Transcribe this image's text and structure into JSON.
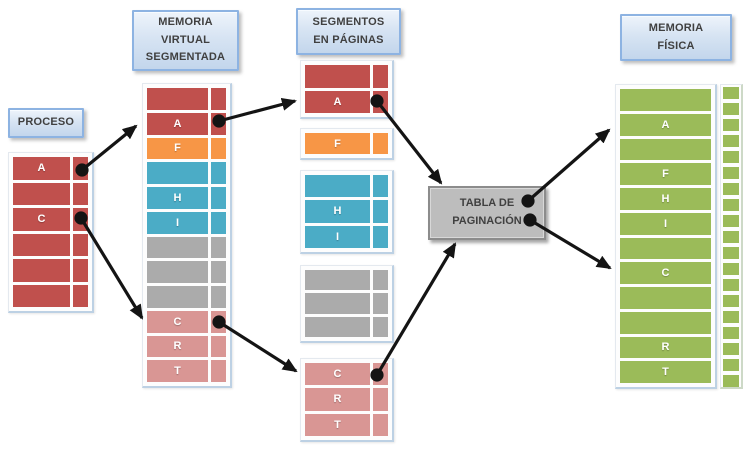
{
  "headers": {
    "proceso": "PROCESO",
    "memoria_virtual": {
      "line1": "MEMORIA",
      "line2": "VIRTUAL",
      "line3": "SEGMENTADA"
    },
    "segmentos": {
      "line1": "SEGMENTOS",
      "line2": "EN PÁGINAS"
    },
    "tabla_paginacion": {
      "line1": "TABLA DE",
      "line2": "PAGINACIÓN"
    },
    "memoria_fisica": {
      "line1": "MEMORIA",
      "line2": "FÍSICA"
    }
  },
  "proceso": {
    "rows": [
      {
        "label": "A"
      },
      {
        "label": ""
      },
      {
        "label": "C"
      },
      {
        "label": ""
      },
      {
        "label": ""
      },
      {
        "label": ""
      }
    ]
  },
  "memoria_virtual": {
    "rows": [
      {
        "label": "",
        "color": "red"
      },
      {
        "label": "A",
        "color": "red"
      },
      {
        "label": "F",
        "color": "orange"
      },
      {
        "label": "",
        "color": "teal"
      },
      {
        "label": "H",
        "color": "teal"
      },
      {
        "label": "I",
        "color": "teal"
      },
      {
        "label": "",
        "color": "gray"
      },
      {
        "label": "",
        "color": "gray"
      },
      {
        "label": "",
        "color": "gray"
      },
      {
        "label": "C",
        "color": "pink"
      },
      {
        "label": "R",
        "color": "pink"
      },
      {
        "label": "T",
        "color": "pink"
      }
    ]
  },
  "segmentos": {
    "tables": [
      {
        "color": "red",
        "rows": [
          {
            "label": ""
          },
          {
            "label": "A"
          }
        ]
      },
      {
        "color": "orange",
        "rows": [
          {
            "label": "F"
          }
        ]
      },
      {
        "color": "teal",
        "rows": [
          {
            "label": ""
          },
          {
            "label": "H"
          },
          {
            "label": "I"
          }
        ]
      },
      {
        "color": "gray",
        "rows": [
          {
            "label": ""
          },
          {
            "label": ""
          },
          {
            "label": ""
          }
        ]
      },
      {
        "color": "pink",
        "rows": [
          {
            "label": "C"
          },
          {
            "label": "R"
          },
          {
            "label": "T"
          }
        ]
      }
    ]
  },
  "memoria_fisica": {
    "rows": [
      {
        "label": ""
      },
      {
        "label": "A"
      },
      {
        "label": ""
      },
      {
        "label": "F"
      },
      {
        "label": "H"
      },
      {
        "label": "I"
      },
      {
        "label": ""
      },
      {
        "label": "C"
      },
      {
        "label": ""
      },
      {
        "label": ""
      },
      {
        "label": "R"
      },
      {
        "label": "T"
      }
    ],
    "frame_cells": 19
  },
  "connections": [
    {
      "from": "proceso-row-A",
      "to": "memoria-virtual-row-A"
    },
    {
      "from": "proceso-row-C",
      "to": "memoria-virtual-row-C"
    },
    {
      "from": "memoria-virtual-row-A",
      "to": "segmentos-table-red-row-A"
    },
    {
      "from": "memoria-virtual-row-C",
      "to": "segmentos-table-pink-row-C"
    },
    {
      "from": "segmentos-table-red-row-A",
      "to": "tabla-paginacion"
    },
    {
      "from": "segmentos-table-pink-row-C",
      "to": "tabla-paginacion"
    },
    {
      "from": "tabla-paginacion",
      "to": "memoria-fisica-row-A"
    },
    {
      "from": "tabla-paginacion",
      "to": "memoria-fisica-row-C"
    }
  ],
  "colors": {
    "red": "#c0504d",
    "orange": "#f79646",
    "teal": "#4bacc6",
    "gray": "#ababab",
    "pink": "#d99694",
    "green": "#9bbb59",
    "header_fill": "#d7e4f3",
    "header_border": "#8db3e2",
    "header_text": "#404040",
    "page_table_fill": "#bdbdbd",
    "page_table_border": "#8c8c8c",
    "arrow": "#141414"
  }
}
